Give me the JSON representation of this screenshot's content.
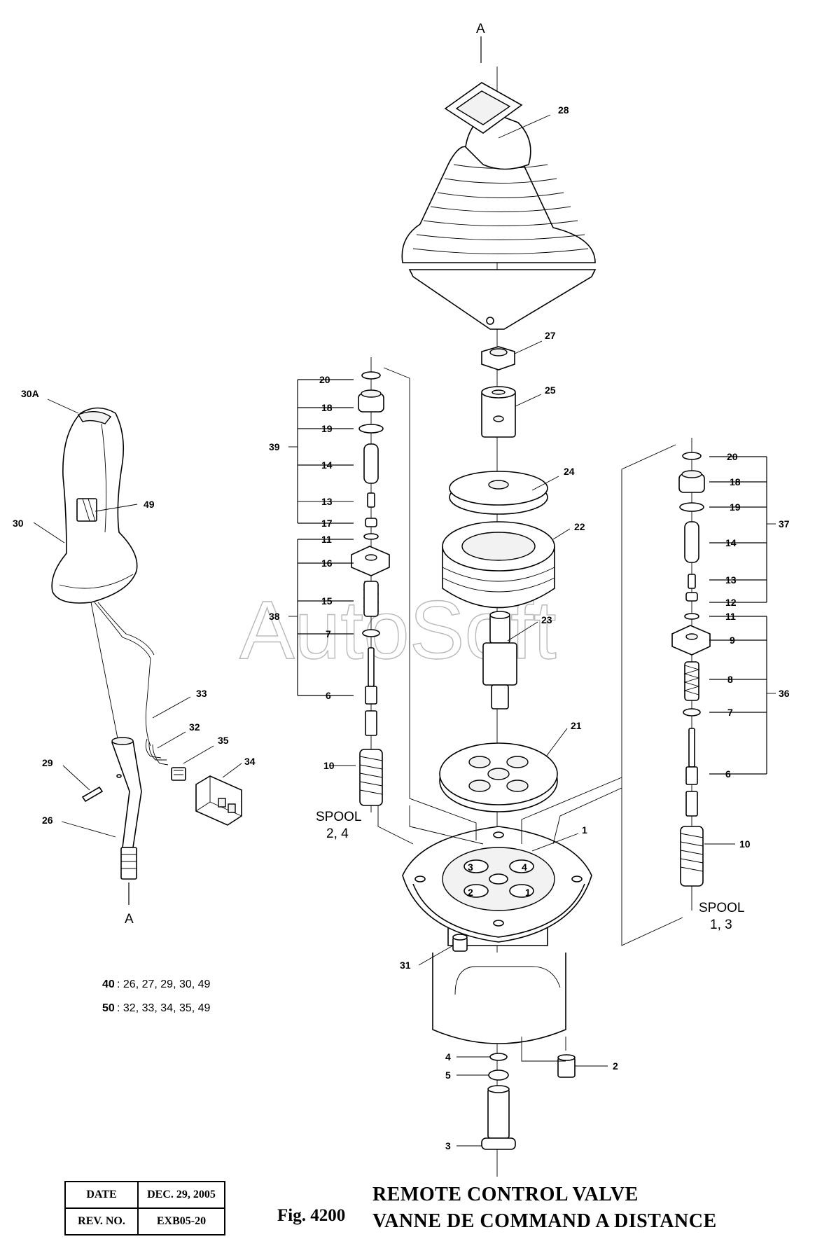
{
  "watermark": "AutoSoft",
  "section_markers": {
    "top": "A",
    "bottom": "A"
  },
  "callouts": [
    "28",
    "27",
    "25",
    "24",
    "22",
    "23",
    "21",
    "1",
    "31",
    "4",
    "5",
    "3",
    "2",
    "20",
    "18",
    "19",
    "39",
    "14",
    "13",
    "17",
    "11",
    "16",
    "38",
    "15",
    "7",
    "6",
    "10",
    "20",
    "18",
    "19",
    "37",
    "14",
    "13",
    "12",
    "11",
    "9",
    "36",
    "8",
    "7",
    "6",
    "10",
    "30A",
    "49",
    "30",
    "33",
    "32",
    "35",
    "34",
    "29",
    "26"
  ],
  "spool_left": {
    "label": "SPOOL",
    "numbers": "2, 4"
  },
  "spool_right": {
    "label": "SPOOL",
    "numbers": "1, 3"
  },
  "port_numbers": [
    "3",
    "4",
    "2",
    "1"
  ],
  "kits": [
    {
      "id": "40",
      "parts": ": 26, 27, 29, 30, 49"
    },
    {
      "id": "50",
      "parts": ": 32, 33, 34, 35, 49"
    }
  ],
  "revision": {
    "date_label": "DATE",
    "date_value": "DEC. 29, 2005",
    "rev_label": "REV. NO.",
    "rev_value": "EXB05-20"
  },
  "figure": {
    "number": "Fig. 4200",
    "title_en": "REMOTE CONTROL VALVE",
    "title_fr": "VANNE DE COMMAND A DISTANCE"
  }
}
